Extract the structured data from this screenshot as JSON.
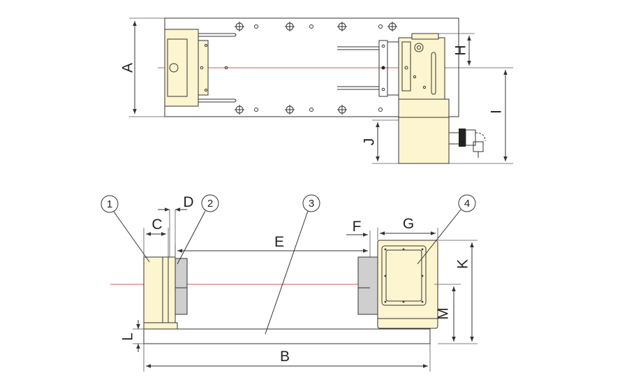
{
  "dimensions": {
    "A": "A",
    "B": "B",
    "C": "C",
    "D": "D",
    "E": "E",
    "F": "F",
    "G": "G",
    "H": "H",
    "I": "I",
    "J": "J",
    "K": "K",
    "L": "L",
    "M": "M"
  },
  "callouts": [
    "1",
    "2",
    "3",
    "4"
  ],
  "colors": {
    "part_fill": "#fdf5cf",
    "outline": "#333333",
    "axis": "#e05050",
    "clamp_grey": "#cfcfcf"
  }
}
